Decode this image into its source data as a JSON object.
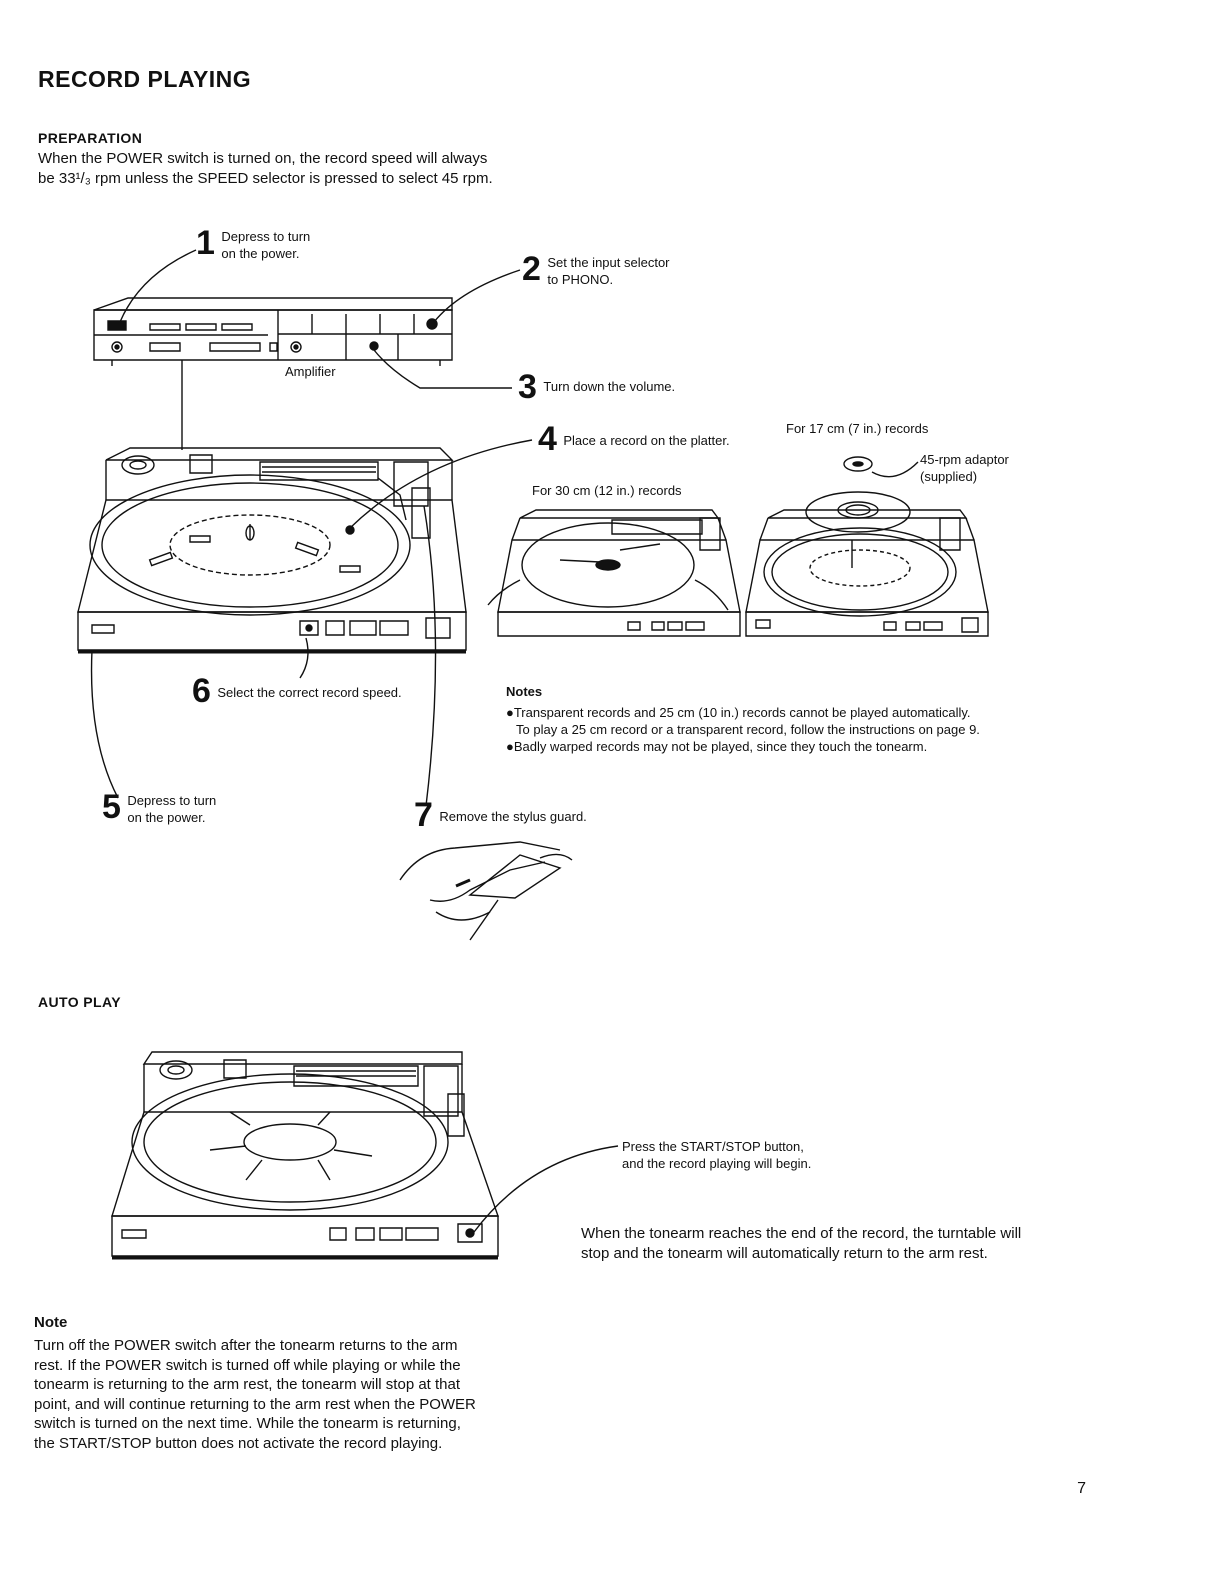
{
  "page": {
    "title": "RECORD PLAYING",
    "page_number": "7"
  },
  "preparation": {
    "heading": "PREPARATION",
    "text_line1": "When the POWER switch is turned on, the record speed will always",
    "text_line2": "be 33¹/₃ rpm unless the SPEED selector is pressed to select 45 rpm."
  },
  "steps": [
    {
      "num": "1",
      "line1": "Depress to turn",
      "line2": "on the power."
    },
    {
      "num": "2",
      "line1": "Set the input selector",
      "line2": "to PHONO."
    },
    {
      "num": "3",
      "line1": "Turn down the volume.",
      "line2": ""
    },
    {
      "num": "4",
      "line1": "Place a record on the platter.",
      "line2": ""
    },
    {
      "num": "5",
      "line1": "Depress to turn",
      "line2": "on the power."
    },
    {
      "num": "6",
      "line1": "Select the correct record speed.",
      "line2": ""
    },
    {
      "num": "7",
      "line1": "Remove the stylus guard.",
      "line2": ""
    }
  ],
  "labels": {
    "amplifier": "Amplifier",
    "for_17cm": "For 17 cm (7 in.) records",
    "adaptor_line1": "45-rpm adaptor",
    "adaptor_line2": "(supplied)",
    "for_30cm": "For 30 cm (12 in.) records"
  },
  "notes": {
    "heading": "Notes",
    "item1_line1": "●Transparent records and 25 cm (10 in.) records cannot be played automatically.",
    "item1_line2": "To play a 25 cm record or a transparent record, follow the instructions on page 9.",
    "item2": "●Badly warped records may not be played, since they touch the tonearm."
  },
  "auto_play": {
    "heading": "AUTO PLAY",
    "press_line1": "Press the START/STOP button,",
    "press_line2": "and the record playing will begin.",
    "end_line1": "When the tonearm reaches the end of the record, the turntable will",
    "end_line2": "stop and the tonearm will automatically return to the arm rest."
  },
  "bottom_note": {
    "heading": "Note",
    "lines": [
      "Turn off the POWER switch after the tonearm returns to the arm",
      "rest. If the POWER switch is turned off while playing or while the",
      "tonearm is returning to the arm rest, the tonearm will stop at that",
      "point, and will continue returning to the arm rest when the POWER",
      "switch is turned on the next time. While the tonearm is returning,",
      "the START/STOP button does not activate the record playing."
    ]
  }
}
